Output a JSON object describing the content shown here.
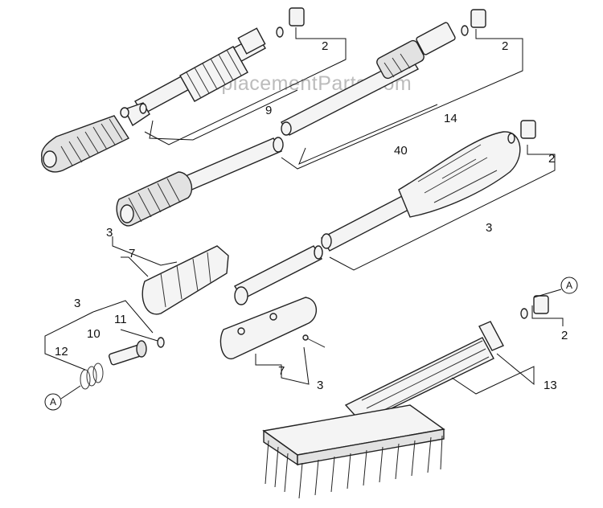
{
  "watermark": "eReplacementParts.com",
  "callouts": {
    "c2a": "2",
    "c2b": "2",
    "c2c": "2",
    "c2d": "2",
    "c9": "9",
    "c14": "14",
    "c40": "40",
    "c3a": "3",
    "c3b": "3",
    "c3c": "3",
    "c3d": "3",
    "c7a": "7",
    "c7b": "7",
    "c11": "11",
    "c10": "10",
    "c12": "12",
    "c13": "13"
  },
  "references": {
    "top": "A",
    "bottom": "A"
  }
}
